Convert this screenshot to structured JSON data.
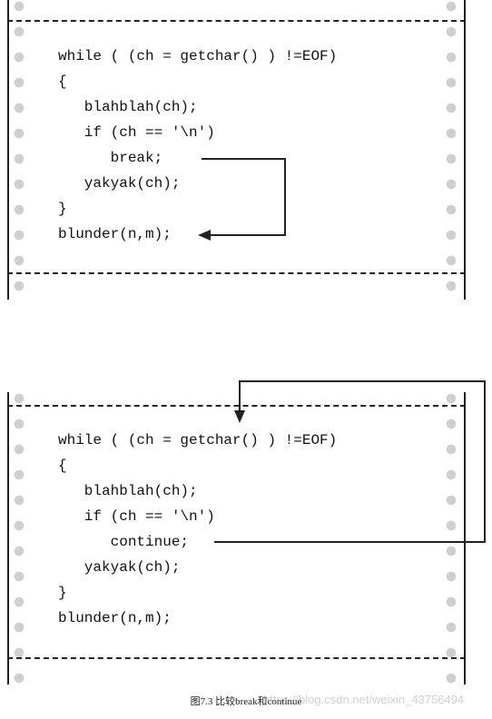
{
  "panels": [
    {
      "id": "break",
      "code_lines": [
        "while ( (ch = getchar() ) !=EOF)",
        "{",
        "   blahblah(ch);",
        "   if (ch == '\\n')",
        "      break;",
        "   yakyak(ch);",
        "}",
        "blunder(n,m);"
      ]
    },
    {
      "id": "continue",
      "code_lines": [
        "while ( (ch = getchar() ) !=EOF)",
        "{",
        "   blahblah(ch);",
        "   if (ch == '\\n')",
        "      continue;",
        "   yakyak(ch);",
        "}",
        "blunder(n,m);"
      ]
    }
  ],
  "caption": "图7.3 比较break和continue",
  "watermark": "https://blog.csdn.net/weixin_43756494",
  "colors": {
    "line": "#222222",
    "hole": "#cfcfcf",
    "text": "#111111"
  }
}
